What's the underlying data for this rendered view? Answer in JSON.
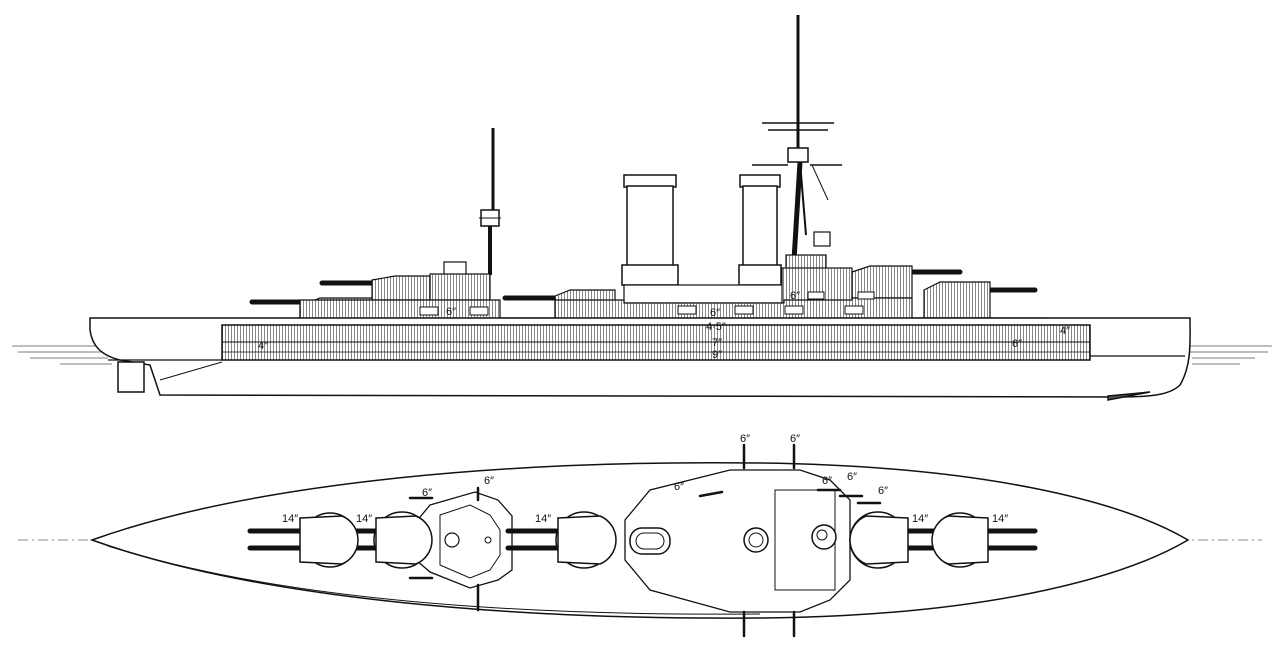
{
  "profile": {
    "armor_labels": {
      "casemate_fwd": "6″",
      "upper_mid": "6″",
      "battery": "4·5″",
      "belt_main": "7″",
      "belt_lower": "9″",
      "bow": "4″",
      "stern": "4″",
      "aft_belt": "6″",
      "aft_upper": "6″"
    }
  },
  "plan": {
    "turret_labels": {
      "t1": "14″",
      "t2": "14″",
      "t3": "14″",
      "t4": "14″",
      "t5": "14″"
    },
    "casemate_labels": {
      "fwd_a": "6″",
      "fwd_b": "6″",
      "mid_a": "6″",
      "mid_b": "6″",
      "mid_c": "6″",
      "aft_a": "6″",
      "aft_b": "6″",
      "aft_c": "6″"
    }
  },
  "colors": {
    "line": "#111111",
    "hatch": "#777777",
    "paper": "#ffffff"
  }
}
